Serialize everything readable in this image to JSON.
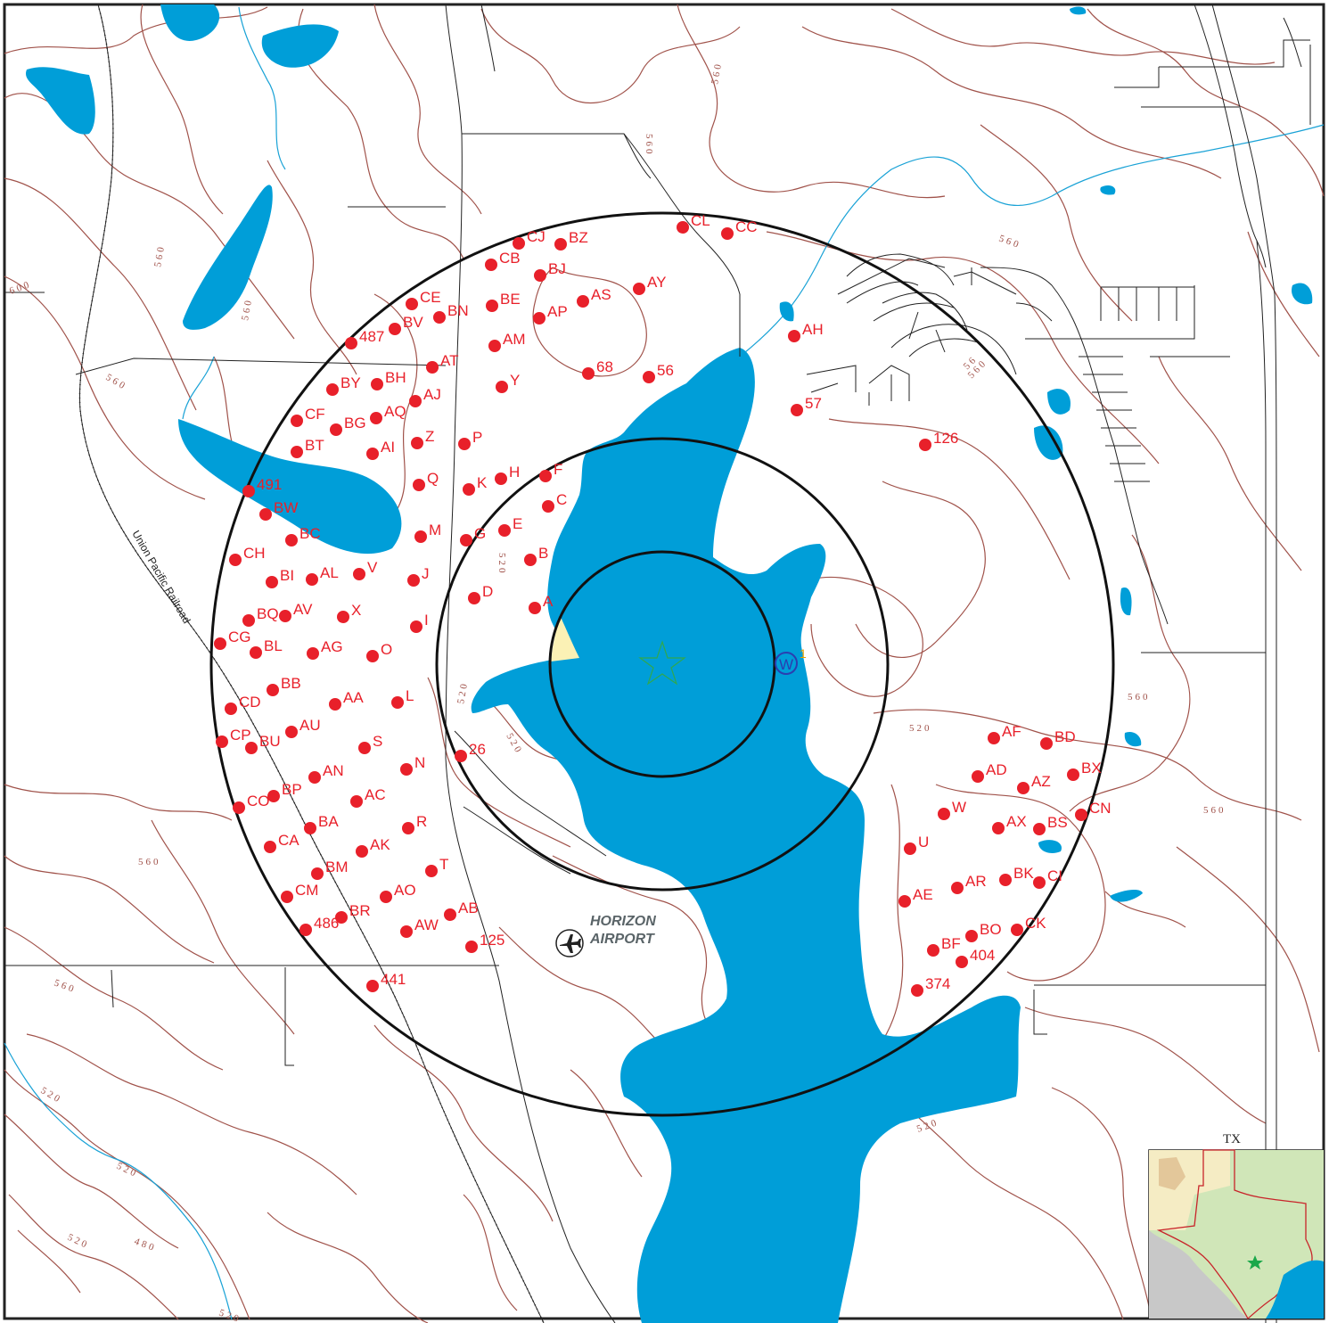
{
  "map": {
    "colors": {
      "water": "#009ed8",
      "contour": "#a0524a",
      "site": "#e8202a",
      "road": "#222222",
      "stream": "#19a2d6",
      "ring": "#111111",
      "highlight": "#fbf1b5"
    },
    "railroad_label": "Union Pacific Railroad",
    "airport": {
      "name_line1": "HORIZON",
      "name_line2": "AIRPORT",
      "icon": "airplane-icon"
    },
    "well_label": "W",
    "center_marker": "star-icon",
    "contour_labels": [
      "560",
      "560",
      "560",
      "600",
      "560",
      "560",
      "560",
      "560",
      "56",
      "560",
      "560",
      "560",
      "520",
      "520",
      "520",
      "520",
      "560",
      "520",
      "520",
      "520",
      "520",
      "480",
      "520"
    ],
    "inset": {
      "label": "TX",
      "marker": "star-icon"
    },
    "sites": [
      {
        "id": "CJ"
      },
      {
        "id": "BZ"
      },
      {
        "id": "CL"
      },
      {
        "id": "CC"
      },
      {
        "id": "CB"
      },
      {
        "id": "BJ"
      },
      {
        "id": "AY"
      },
      {
        "id": "CE"
      },
      {
        "id": "BE"
      },
      {
        "id": "AS"
      },
      {
        "id": "BN"
      },
      {
        "id": "AP"
      },
      {
        "id": "BV"
      },
      {
        "id": "AH"
      },
      {
        "id": "487"
      },
      {
        "id": "AM"
      },
      {
        "id": "AT"
      },
      {
        "id": "68"
      },
      {
        "id": "56"
      },
      {
        "id": "BY"
      },
      {
        "id": "BH"
      },
      {
        "id": "Y"
      },
      {
        "id": "AJ"
      },
      {
        "id": "57"
      },
      {
        "id": "CF"
      },
      {
        "id": "AQ"
      },
      {
        "id": "BG"
      },
      {
        "id": "Z"
      },
      {
        "id": "P"
      },
      {
        "id": "BT"
      },
      {
        "id": "AI"
      },
      {
        "id": "126"
      },
      {
        "id": "H"
      },
      {
        "id": "F"
      },
      {
        "id": "Q"
      },
      {
        "id": "K"
      },
      {
        "id": "491"
      },
      {
        "id": "C"
      },
      {
        "id": "BW"
      },
      {
        "id": "E"
      },
      {
        "id": "M"
      },
      {
        "id": "G"
      },
      {
        "id": "BC"
      },
      {
        "id": "B"
      },
      {
        "id": "CH"
      },
      {
        "id": "V"
      },
      {
        "id": "AL"
      },
      {
        "id": "BI"
      },
      {
        "id": "J"
      },
      {
        "id": "D"
      },
      {
        "id": "A"
      },
      {
        "id": "AV"
      },
      {
        "id": "X"
      },
      {
        "id": "BQ"
      },
      {
        "id": "I"
      },
      {
        "id": "CG"
      },
      {
        "id": "BL"
      },
      {
        "id": "AG"
      },
      {
        "id": "O"
      },
      {
        "id": "BB"
      },
      {
        "id": "AA"
      },
      {
        "id": "L"
      },
      {
        "id": "CD"
      },
      {
        "id": "AU"
      },
      {
        "id": "AF"
      },
      {
        "id": "BD"
      },
      {
        "id": "CP"
      },
      {
        "id": "BU"
      },
      {
        "id": "S"
      },
      {
        "id": "26"
      },
      {
        "id": "AN"
      },
      {
        "id": "N"
      },
      {
        "id": "AD"
      },
      {
        "id": "BX"
      },
      {
        "id": "AZ"
      },
      {
        "id": "BP"
      },
      {
        "id": "AC"
      },
      {
        "id": "CO"
      },
      {
        "id": "W"
      },
      {
        "id": "CN"
      },
      {
        "id": "BA"
      },
      {
        "id": "R"
      },
      {
        "id": "AX"
      },
      {
        "id": "BS"
      },
      {
        "id": "CA"
      },
      {
        "id": "AK"
      },
      {
        "id": "U"
      },
      {
        "id": "BM"
      },
      {
        "id": "T"
      },
      {
        "id": "BK"
      },
      {
        "id": "CI"
      },
      {
        "id": "AR"
      },
      {
        "id": "CM"
      },
      {
        "id": "AO"
      },
      {
        "id": "AE"
      },
      {
        "id": "AB"
      },
      {
        "id": "BR"
      },
      {
        "id": "486"
      },
      {
        "id": "AW"
      },
      {
        "id": "CK"
      },
      {
        "id": "BO"
      },
      {
        "id": "125"
      },
      {
        "id": "BF"
      },
      {
        "id": "404"
      },
      {
        "id": "441"
      },
      {
        "id": "374"
      }
    ]
  }
}
